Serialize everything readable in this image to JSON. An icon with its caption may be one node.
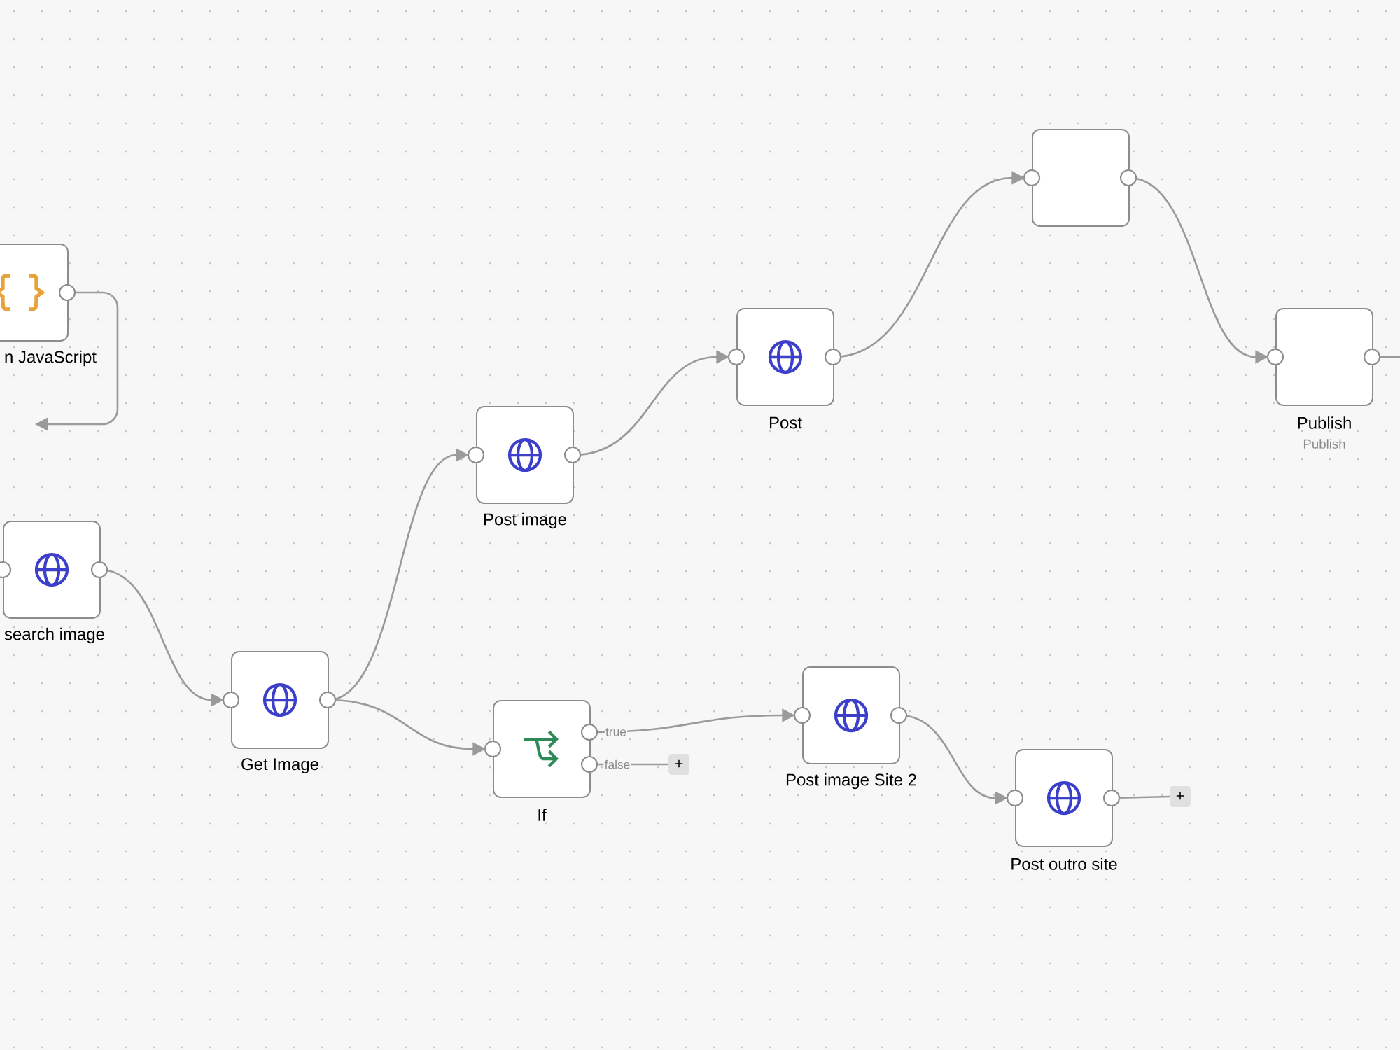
{
  "diagram": {
    "nodes": [
      {
        "text": [
          "n JavaScript"
        ]
      },
      {
        "text": [
          "search image"
        ]
      },
      {
        "text": [
          "Get Image"
        ]
      },
      {
        "text": [
          "Post image"
        ]
      },
      {
        "text": [
          "If"
        ]
      },
      {
        "text": [
          "Post image Site 2"
        ]
      },
      {
        "text": [
          "Post outro site"
        ]
      },
      {
        "text": [
          "Post"
        ]
      },
      {
        "text": [],
        "shape": "box"
      },
      {
        "text": [
          "Publish",
          "Publish"
        ]
      },
      {
        "text": [
          "+"
        ]
      },
      {
        "text": [
          "+"
        ]
      }
    ],
    "edges": [
      {
        "from": 0,
        "to": null,
        "arrow": "to"
      },
      {
        "from": 1,
        "to": 2,
        "arrow": "to"
      },
      {
        "from": 2,
        "to": 3,
        "arrow": "to"
      },
      {
        "from": 2,
        "to": 4,
        "arrow": "to"
      },
      {
        "from": 4,
        "to": 5,
        "arrow": "to",
        "label": "true"
      },
      {
        "from": 4,
        "to": 10,
        "arrow": "none",
        "label": "false"
      },
      {
        "from": 5,
        "to": 6,
        "arrow": "to"
      },
      {
        "from": 3,
        "to": 7,
        "arrow": "to"
      },
      {
        "from": 7,
        "to": 8,
        "arrow": "to"
      },
      {
        "from": 8,
        "to": 9,
        "arrow": "to"
      },
      {
        "from": 6,
        "to": 11,
        "arrow": "none"
      },
      {
        "from": 9,
        "to": null,
        "arrow": "none"
      }
    ]
  }
}
